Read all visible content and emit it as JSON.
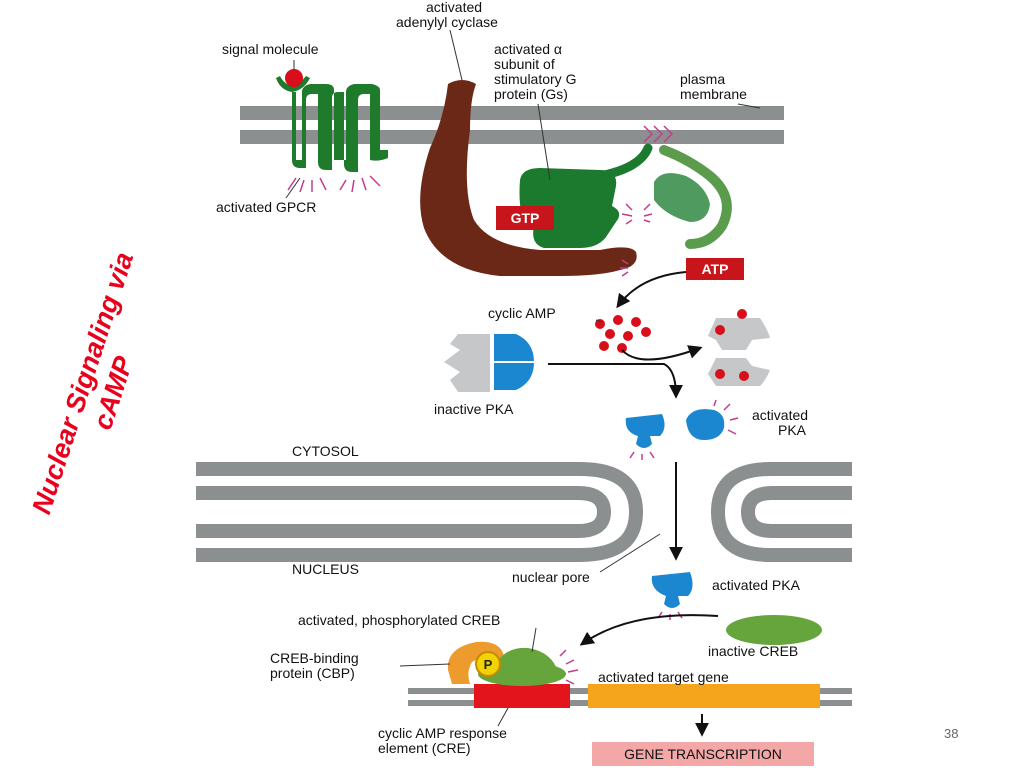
{
  "slide": {
    "title_line1": "Nuclear Signaling via",
    "title_line2": "cAMP",
    "page_number": "38"
  },
  "colors": {
    "title": "#e8001c",
    "membrane": "#8c8f90",
    "receptor_green": "#1e7b2c",
    "gs_green": "#1c7a2e",
    "gs_light": "#5a9c4b",
    "cyclase_brown": "#6b2816",
    "camp_red": "#d80f1a",
    "pka_blue": "#1b87d0",
    "pka_gray": "#c5c7c8",
    "label_red": "#c8151b",
    "creb_green": "#65a53c",
    "cbp_orange": "#ee9b2d",
    "cre_red": "#e3141c",
    "gene_orange": "#f4a51c",
    "transcription_pink": "#f4a7a7",
    "pulse": "#c43c8f"
  },
  "diagram": {
    "labels": {
      "signal_molecule": "signal molecule",
      "activated_cyclase_1": "activated",
      "activated_cyclase_2": "adenylyl cyclase",
      "gs_1": "activated α",
      "gs_2": "subunit of",
      "gs_3": "stimulatory G",
      "gs_4": "protein (Gs)",
      "plasma_1": "plasma",
      "plasma_2": "membrane",
      "activated_gpcr": "activated GPCR",
      "gtp": "GTP",
      "atp": "ATP",
      "cyclic_amp": "cyclic AMP",
      "inactive_pka": "inactive PKA",
      "activated_pka_1": "activated",
      "activated_pka_2": "PKA",
      "cytosol": "CYTOSOL",
      "nucleus": "NUCLEUS",
      "nuclear_pore": "nuclear pore",
      "activated_pka_nucleus": "activated PKA",
      "phospho_creb": "activated, phosphorylated CREB",
      "cbp_1": "CREB-binding",
      "cbp_2": "protein (CBP)",
      "p": "P",
      "inactive_creb": "inactive CREB",
      "target_gene": "activated target gene",
      "cre_1": "cyclic AMP response",
      "cre_2": "element (CRE)",
      "gene_transcription": "GENE TRANSCRIPTION"
    }
  }
}
